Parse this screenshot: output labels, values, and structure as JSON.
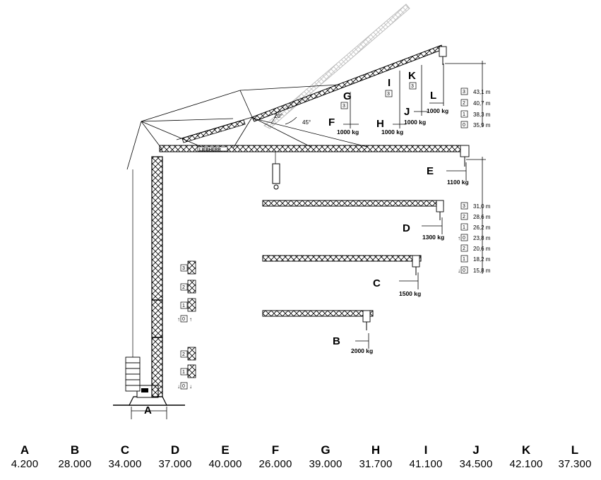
{
  "brand": "LIEBHERR",
  "angles": {
    "a20": "20°",
    "a45": "45°"
  },
  "labels": {
    "A": "A",
    "B": "B",
    "C": "C",
    "D": "D",
    "E": "E",
    "F": "F",
    "G": "G",
    "H": "H",
    "I": "I",
    "J": "J",
    "K": "K",
    "L": "L"
  },
  "loads": {
    "B": "2000 kg",
    "C": "1500 kg",
    "D": "1300 kg",
    "E": "1100 kg",
    "F": "1000 kg",
    "H": "1000 kg",
    "J": "1000 kg",
    "L": "1000 kg"
  },
  "boom_box": {
    "G": "3",
    "I": "3",
    "K": "3"
  },
  "jib_lengths_upper": [
    {
      "box": "3",
      "value": "43,1 m"
    },
    {
      "box": "2",
      "value": "40,7 m"
    },
    {
      "box": "1",
      "value": "38,3 m"
    },
    {
      "box": "0",
      "value": "35,9 m"
    }
  ],
  "jib_lengths_lower": [
    {
      "box": "3",
      "value": "31,0 m"
    },
    {
      "box": "2",
      "value": "28,6 m"
    },
    {
      "box": "1",
      "value": "26,2 m"
    },
    {
      "box": "0",
      "value": "23,8 m",
      "arrow": "up"
    },
    {
      "box": "2",
      "value": "20,6 m"
    },
    {
      "box": "1",
      "value": "18,2 m"
    },
    {
      "box": "0",
      "value": "15,8 m",
      "arrow": "down"
    }
  ],
  "tower_sections_upper": [
    "3",
    "2",
    "1",
    "0"
  ],
  "tower_sections_lower": [
    "2",
    "1",
    "0"
  ],
  "dimensions": [
    {
      "letter": "A",
      "value": "4.200"
    },
    {
      "letter": "B",
      "value": "28.000"
    },
    {
      "letter": "C",
      "value": "34.000"
    },
    {
      "letter": "D",
      "value": "37.000"
    },
    {
      "letter": "E",
      "value": "40.000"
    },
    {
      "letter": "F",
      "value": "26.000"
    },
    {
      "letter": "G",
      "value": "39.000"
    },
    {
      "letter": "H",
      "value": "31.700"
    },
    {
      "letter": "I",
      "value": "41.100"
    },
    {
      "letter": "J",
      "value": "34.500"
    },
    {
      "letter": "K",
      "value": "42.100"
    },
    {
      "letter": "L",
      "value": "37.300"
    }
  ]
}
